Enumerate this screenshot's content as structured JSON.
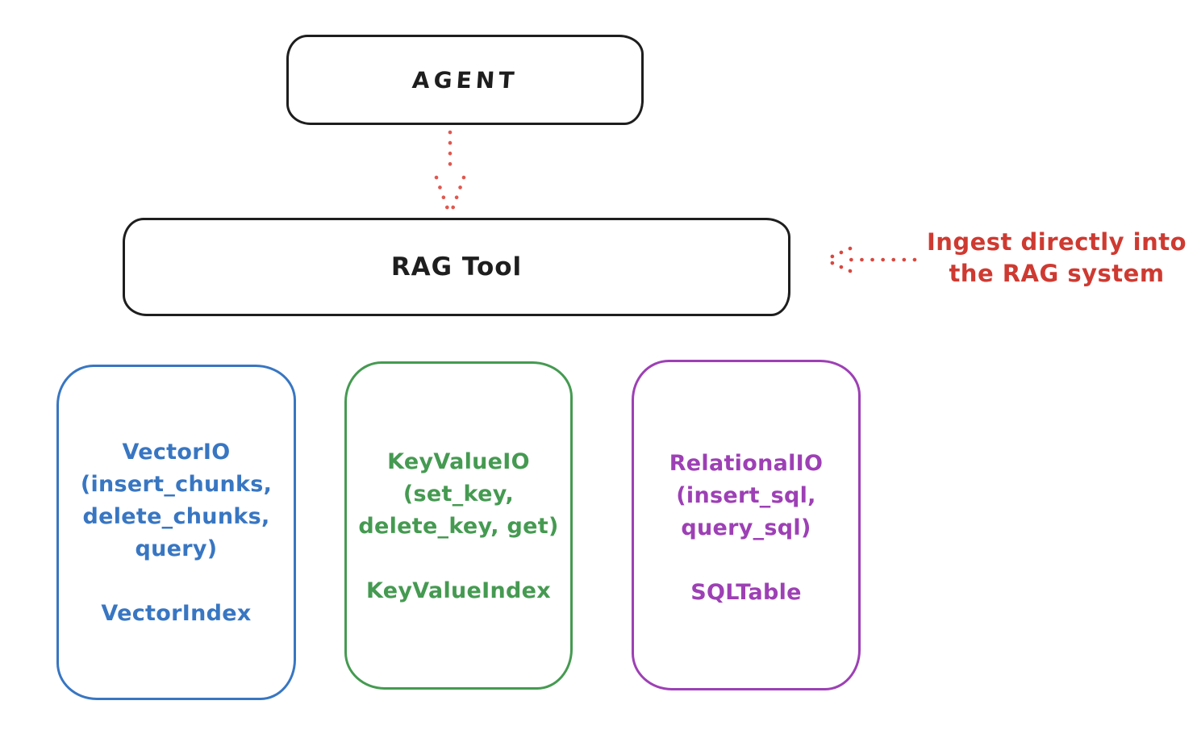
{
  "agent_box": {
    "label": "AGENT",
    "border_color": "#1e1e1e"
  },
  "rag_tool_box": {
    "label": "RAG Tool",
    "border_color": "#1e1e1e"
  },
  "agent_to_rag_arrow": {
    "style": "dotted",
    "direction": "down",
    "color": "#e0584f"
  },
  "annotation": {
    "line1": "Ingest directly into",
    "line2": "the RAG system",
    "text_color": "#ce3a31",
    "arrow_color": "#d8483f",
    "arrow_style": "dotted",
    "arrow_direction": "left"
  },
  "modules": [
    {
      "name": "vector-io",
      "color": "#3876c2",
      "title": "VectorIO",
      "params_lines": [
        "(insert_chunks,",
        "delete_chunks,",
        "query)"
      ],
      "index_label": "VectorIndex"
    },
    {
      "name": "keyvalue-io",
      "color": "#459a51",
      "title": "KeyValueIO",
      "params_lines": [
        "(set_key,",
        "delete_key, get)"
      ],
      "index_label": "KeyValueIndex"
    },
    {
      "name": "relational-io",
      "color": "#9d40b5",
      "title": "RelationalIO",
      "params_lines": [
        "(insert_sql,",
        "query_sql)"
      ],
      "index_label": "SQLTable"
    }
  ]
}
